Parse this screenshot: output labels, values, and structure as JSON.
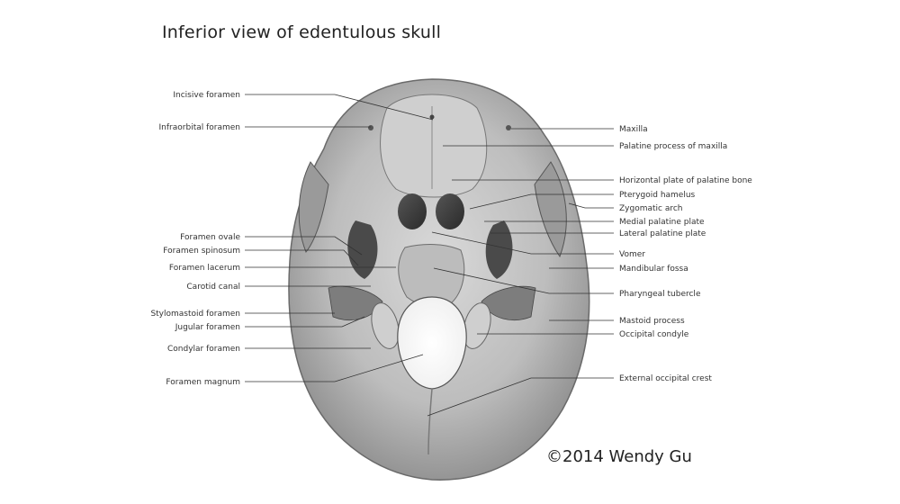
{
  "title": "Inferior view of edentulous skull",
  "credit": "©2014 Wendy Gu",
  "labels_left": [
    {
      "id": "incisive-foramen",
      "text": "Incisive foramen"
    },
    {
      "id": "infraorbital-foramen",
      "text": "Infraorbital foramen"
    },
    {
      "id": "foramen-ovale",
      "text": "Foramen ovale"
    },
    {
      "id": "foramen-spinosum",
      "text": "Foramen spinosum"
    },
    {
      "id": "foramen-lacerum",
      "text": "Foramen lacerum"
    },
    {
      "id": "carotid-canal",
      "text": "Carotid canal"
    },
    {
      "id": "stylomastoid-foramen",
      "text": "Stylomastoid foramen"
    },
    {
      "id": "jugular-foramen",
      "text": "Jugular foramen"
    },
    {
      "id": "condylar-foramen",
      "text": "Condylar foramen"
    },
    {
      "id": "foramen-magnum",
      "text": "Foramen magnum"
    }
  ],
  "labels_right": [
    {
      "id": "maxilla",
      "text": "Maxilla"
    },
    {
      "id": "palatine-process-of-maxilla",
      "text": "Palatine process of maxilla"
    },
    {
      "id": "horizontal-plate-of-palatine-bone",
      "text": "Horizontal plate of palatine bone"
    },
    {
      "id": "pterygoid-hamelus",
      "text": "Pterygoid hamelus"
    },
    {
      "id": "zygomatic-arch",
      "text": "Zygomatic arch"
    },
    {
      "id": "medial-palatine-plate",
      "text": "Medial palatine plate"
    },
    {
      "id": "lateral-palatine-plate",
      "text": "Lateral palatine plate"
    },
    {
      "id": "vomer",
      "text": "Vomer"
    },
    {
      "id": "mandibular-fossa",
      "text": "Mandibular fossa"
    },
    {
      "id": "pharyngeal-tubercle",
      "text": "Pharyngeal tubercle"
    },
    {
      "id": "mastoid-process",
      "text": "Mastoid process"
    },
    {
      "id": "occipital-condyle",
      "text": "Occipital condyle"
    },
    {
      "id": "external-occipital-crest",
      "text": "External occipital crest"
    }
  ]
}
